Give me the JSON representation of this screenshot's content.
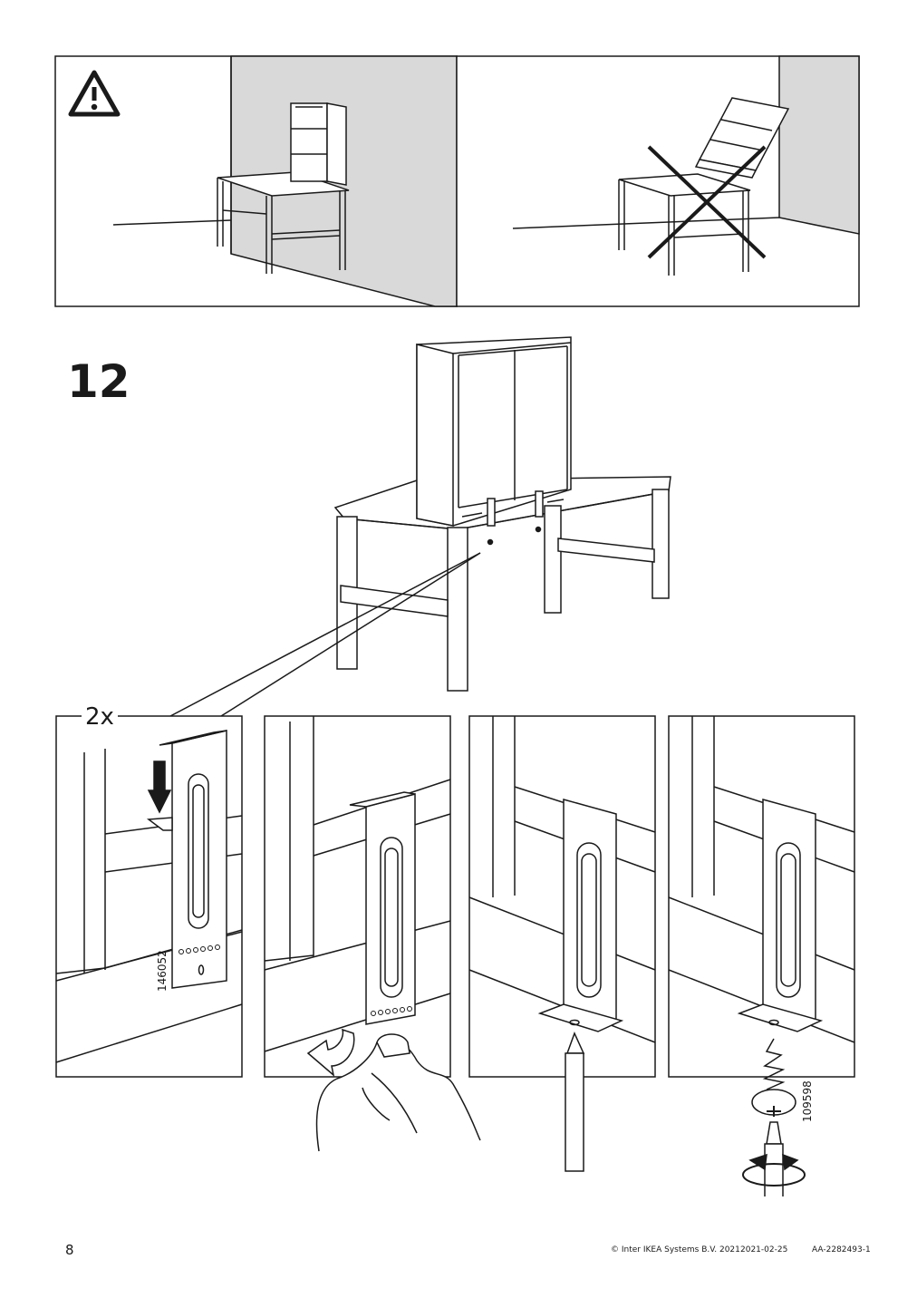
{
  "step": {
    "number": "12",
    "quantity": "2x"
  },
  "parts": {
    "bracket": "146052",
    "screw": "109598"
  },
  "footer": {
    "page": "8",
    "copyright": "© Inter IKEA Systems B.V. 2021",
    "date": "2021-02-25",
    "doc_id": "AA-2282493-1"
  },
  "icons": [
    "warning-triangle-icon",
    "cross-mark-icon",
    "arrow-down-icon",
    "curved-arrow-icon",
    "rotate-arrows-icon"
  ]
}
